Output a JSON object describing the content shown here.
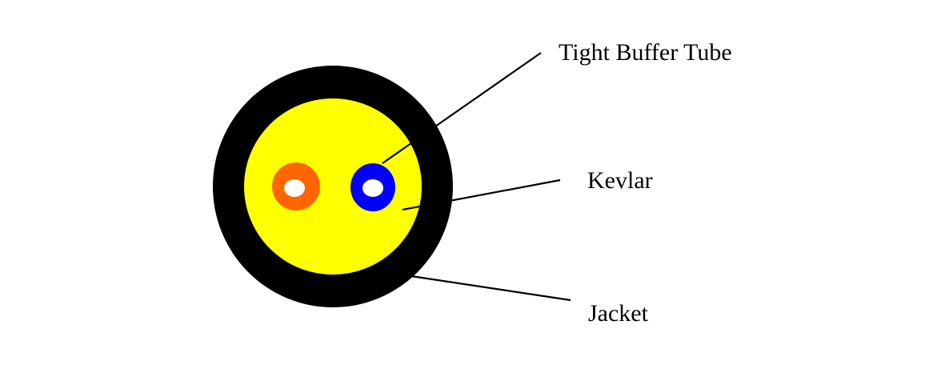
{
  "labels": {
    "tight_buffer_tube": "Tight Buffer Tube",
    "kevlar": "Kevlar",
    "jacket": "Jacket"
  },
  "colors": {
    "background": "#ffffff",
    "jacket": "#000000",
    "kevlar": "#ffff00",
    "buffer_tube_left": "#ff6600",
    "buffer_tube_right": "#0000ff",
    "fiber_core": "#ffffff",
    "leader_line": "#000000"
  }
}
